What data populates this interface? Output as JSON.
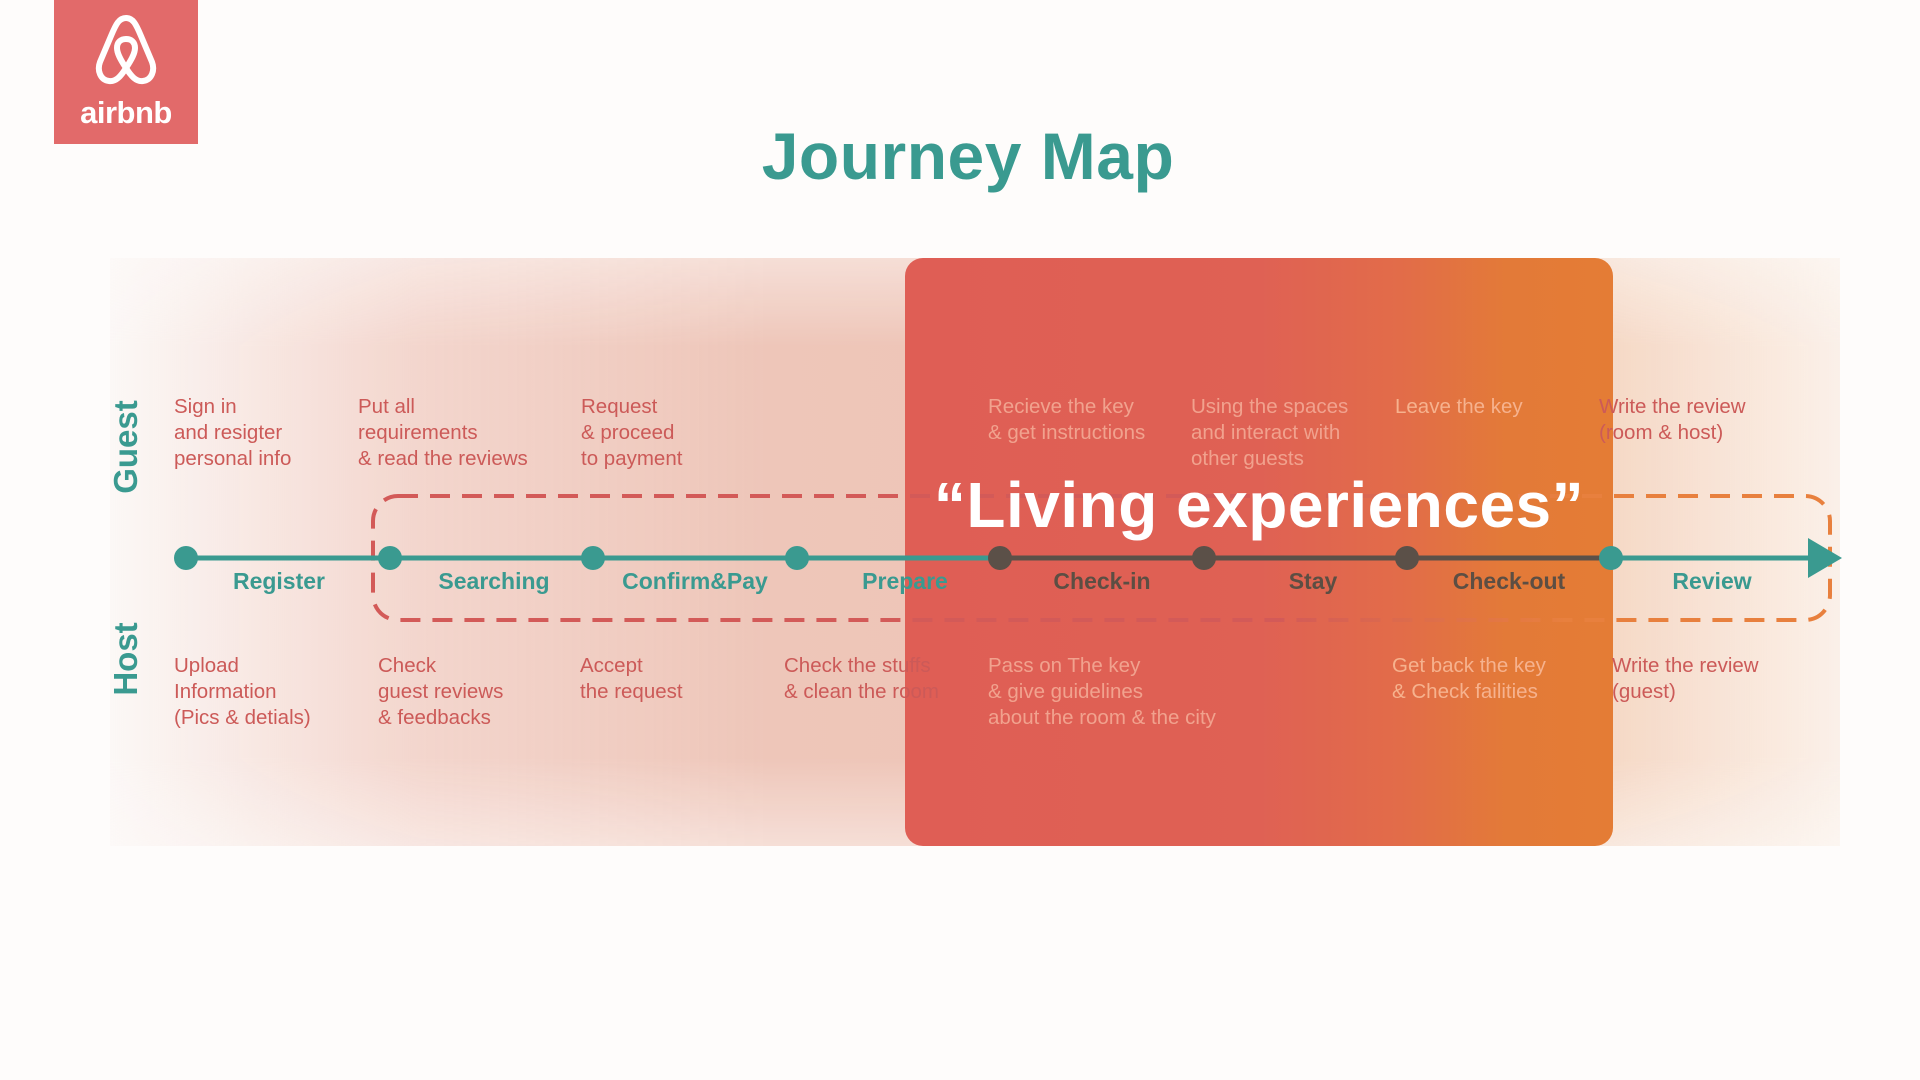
{
  "logo": {
    "wordmark": "airbnb",
    "icon": "airbnb-belo-icon",
    "color": "#e26a6a"
  },
  "title": "Journey Map",
  "colors": {
    "teal": "#3a9a90",
    "accent_red": "#df5e55",
    "accent_orange": "#e47c35",
    "dashed_red": "#d35a58",
    "dashed_orange": "#e8803e"
  },
  "lanes": {
    "guest": "Guest",
    "host": "Host"
  },
  "highlight_label": "“Living experiences”",
  "stages": [
    "Register",
    "Searching",
    "Confirm&Pay",
    "Prepare",
    "Check-in",
    "Stay",
    "Check-out",
    "Review"
  ],
  "guest_tasks": [
    "Sign in\nand resigter\npersonal info",
    "Put all\nrequirements\n& read the reviews",
    "Request\n& proceed\nto payment",
    "Recieve the key\n& get instructions",
    "Using the spaces\nand interact with\nother guests",
    "Leave the key",
    "Write the review\n(room & host)"
  ],
  "host_tasks": [
    "Upload\nInformation\n(Pics & detials)",
    "Check\nguest reviews\n& feedbacks",
    "Accept\nthe request",
    "Check the stuffs\n& clean the room",
    "Pass on The key\n& give guidelines\nabout the room & the city",
    "Get back the key\n& Check failities",
    "Write the review\n(guest)"
  ]
}
